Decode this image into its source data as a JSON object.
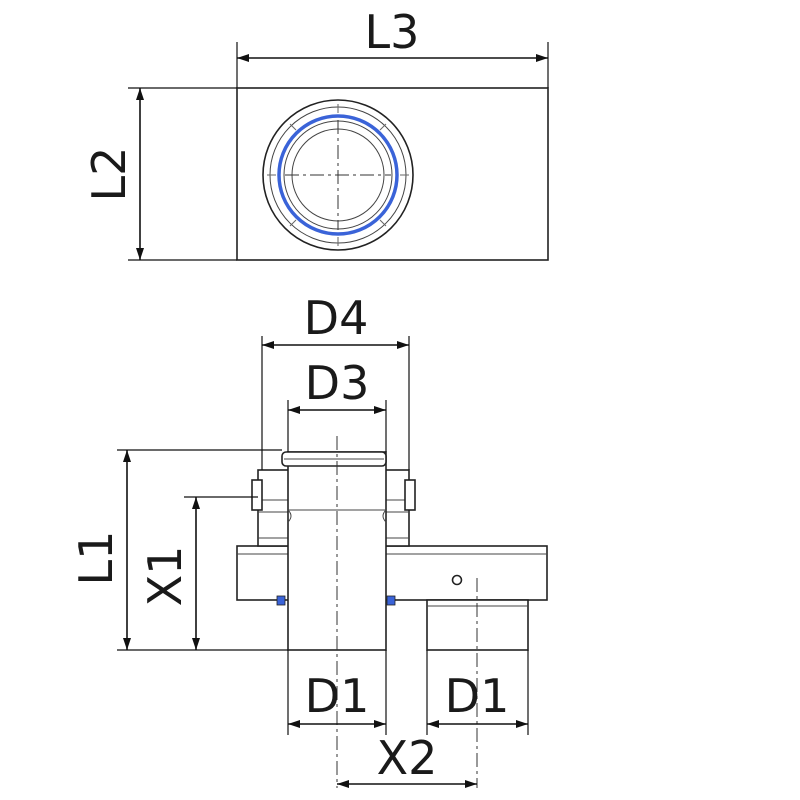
{
  "labels": {
    "l3": "L3",
    "l2": "L2",
    "d4": "D4",
    "d3": "D3",
    "l1": "L1",
    "x1": "X1",
    "d1_left": "D1",
    "d1_right": "D1",
    "x2": "X2"
  },
  "colors": {
    "seal_ring": "#3a63d8",
    "lines": "#222222",
    "background": "#ffffff"
  }
}
